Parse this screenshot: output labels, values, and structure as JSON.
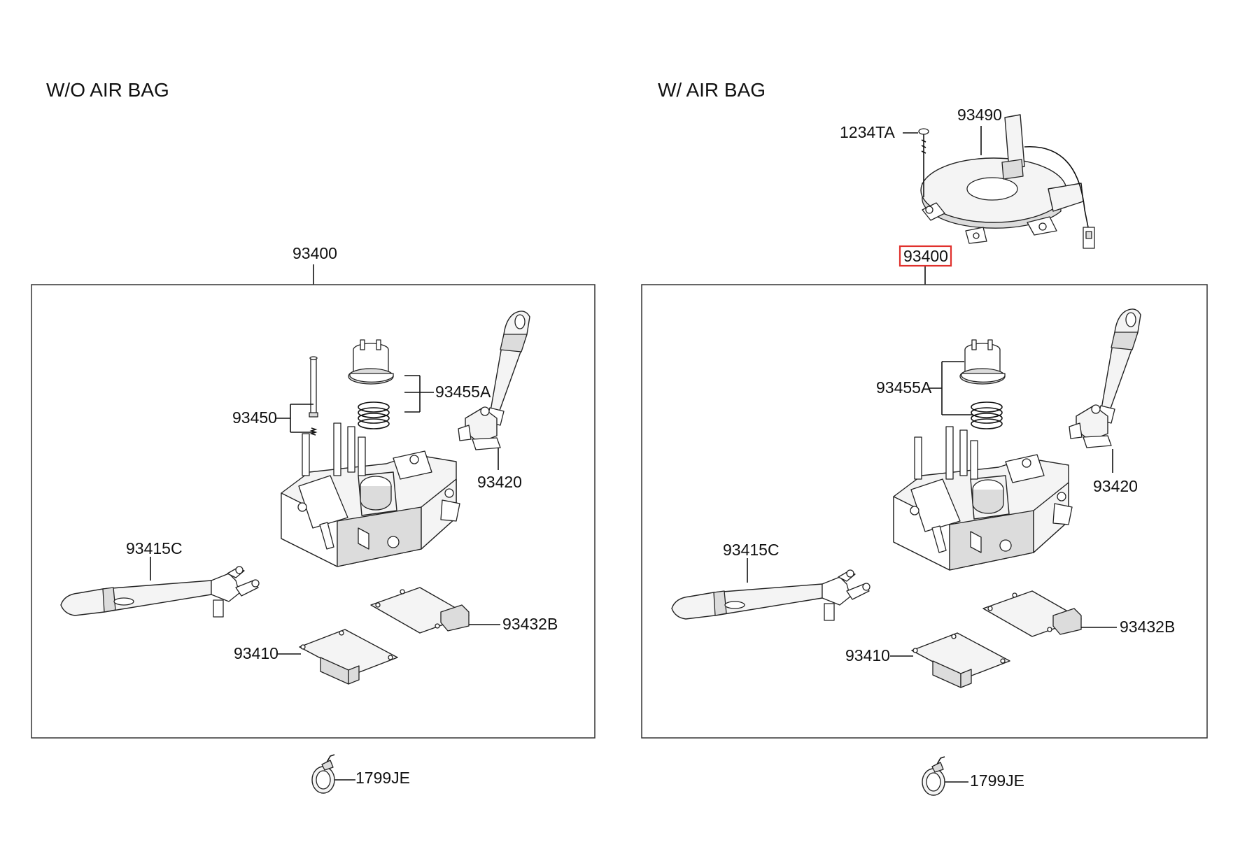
{
  "panels": {
    "left": {
      "title": "W/O AIR BAG",
      "assembly": "93400",
      "parts": {
        "p93455A": "93455A",
        "p93450": "93450",
        "p93420": "93420",
        "p93415C": "93415C",
        "p93432B": "93432B",
        "p93410": "93410",
        "p1799JE": "1799JE"
      }
    },
    "right": {
      "title": "W/ AIR BAG",
      "assembly": "93400",
      "assembly_highlighted": true,
      "parts": {
        "p1234TA": "1234TA",
        "p93490": "93490",
        "p93455A": "93455A",
        "p93420": "93420",
        "p93415C": "93415C",
        "p93432B": "93432B",
        "p93410": "93410",
        "p1799JE": "1799JE"
      }
    }
  },
  "colors": {
    "line": "#111111",
    "highlight": "#e0302c",
    "background": "#ffffff"
  }
}
